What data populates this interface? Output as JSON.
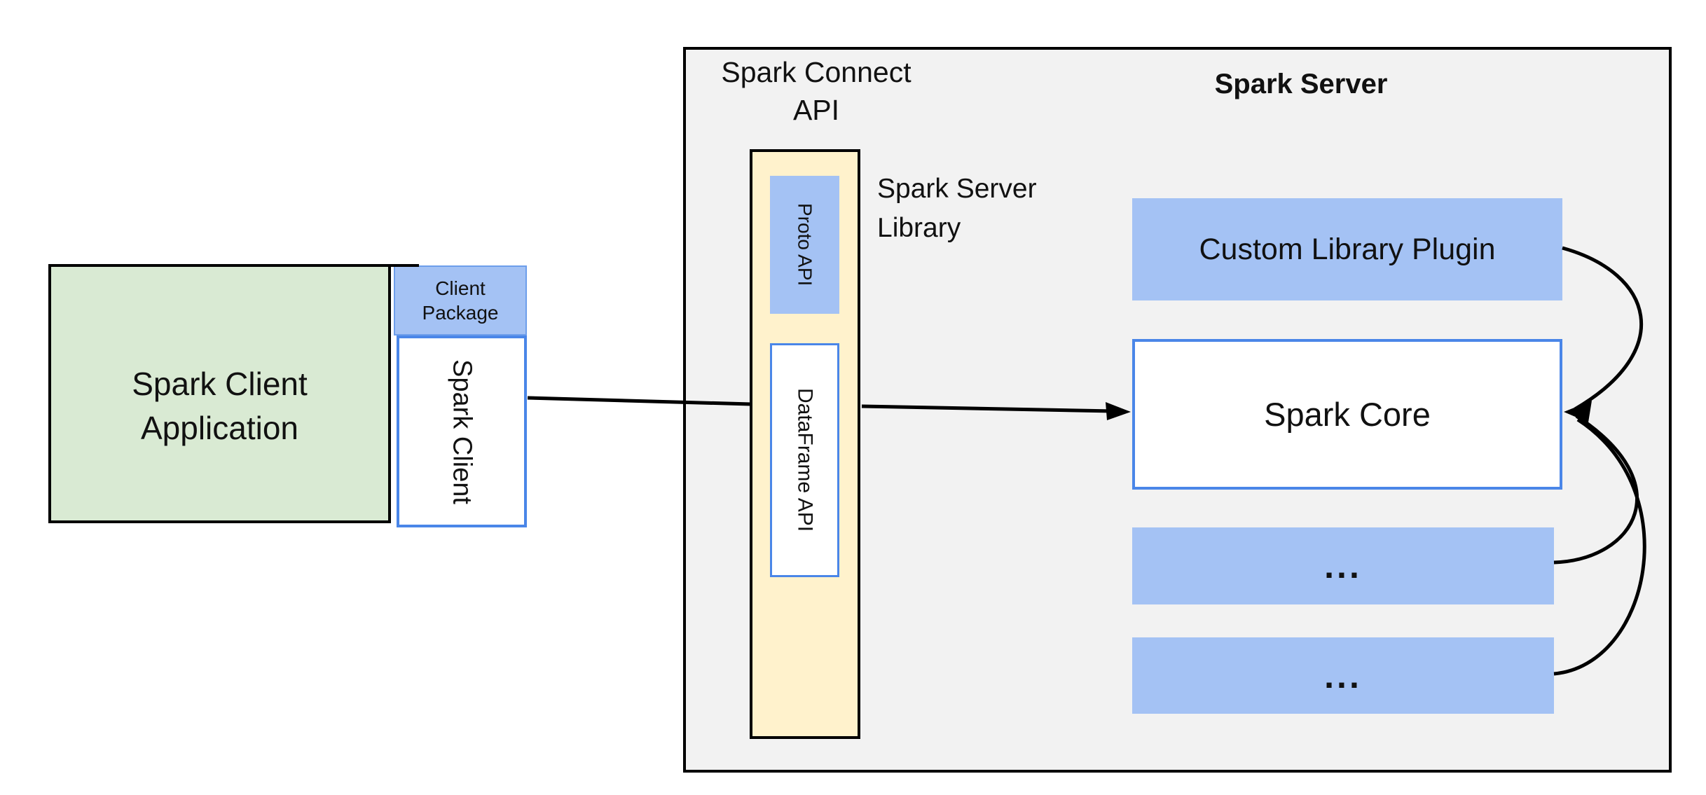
{
  "colors": {
    "green_fill": "#d9ead3",
    "blue_fill": "#a4c2f4",
    "yellow_fill": "#fff2cc",
    "blue_border": "#4a86e8",
    "package_border": "#6d9eeb",
    "gray_fill": "#f2f2f2",
    "line_color": "#000000",
    "text_color": "#111111"
  },
  "client": {
    "app_line1": "Spark Client",
    "app_line2": "Application",
    "package_line1": "Client",
    "package_line2": "Package",
    "spark_client": "Spark Client"
  },
  "connect_api": {
    "label_line1": "Spark Connect",
    "label_line2": "API",
    "proto_api": "Proto API",
    "dataframe_api": "DataFrame API",
    "library_label_line1": "Spark Server",
    "library_label_line2": "Library"
  },
  "server": {
    "title": "Spark Server",
    "custom_library_plugin": "Custom Library Plugin",
    "spark_core": "Spark Core",
    "ellipsis_1": "...",
    "ellipsis_2": "..."
  }
}
